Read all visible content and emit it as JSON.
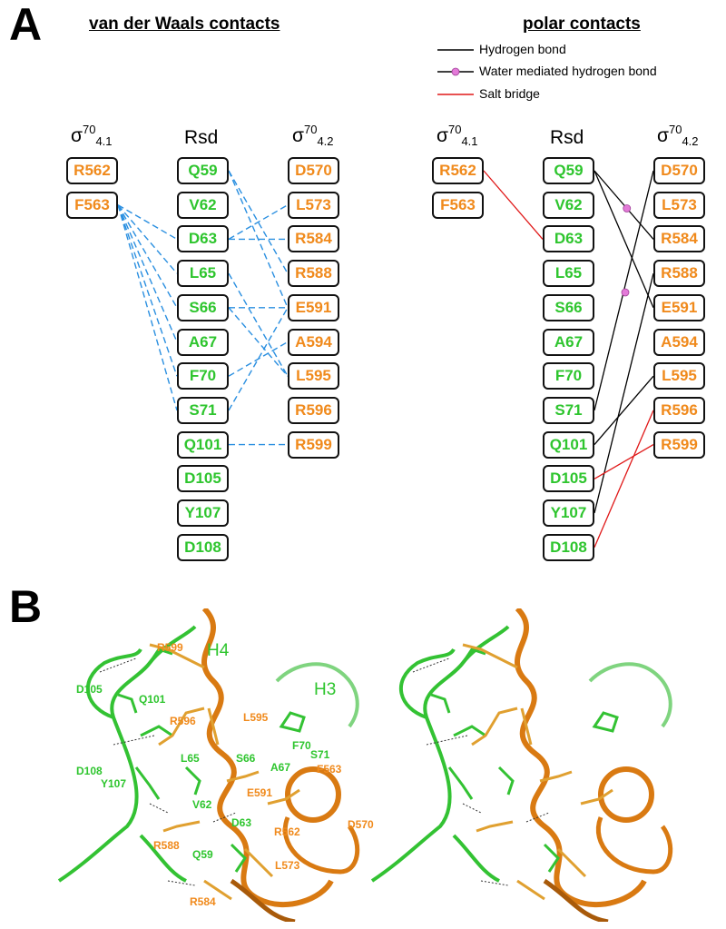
{
  "panel_a": {
    "letter": "A",
    "vdw_title": "van der Waals contacts",
    "polar_title": "polar contacts",
    "legend": {
      "hbond": "Hydrogen bond",
      "water": "Water mediated hydrogen bond",
      "salt": "Salt bridge"
    },
    "columns": {
      "sigma": "σ",
      "sup": "70",
      "sub41": "4.1",
      "sub42": "4.2",
      "rsd": "Rsd"
    },
    "sigma41_residues": [
      "R562",
      "F563"
    ],
    "rsd_residues": [
      "Q59",
      "V62",
      "D63",
      "L65",
      "S66",
      "A67",
      "F70",
      "S71",
      "Q101",
      "D105",
      "Y107",
      "D108"
    ],
    "sigma42_residues": [
      "D570",
      "L573",
      "R584",
      "R588",
      "E591",
      "A594",
      "L595",
      "R596",
      "R599"
    ],
    "vdw_contacts": [
      [
        "F563",
        "D63"
      ],
      [
        "F563",
        "L65"
      ],
      [
        "F563",
        "S66"
      ],
      [
        "F563",
        "A67"
      ],
      [
        "F563",
        "F70"
      ],
      [
        "F563",
        "S71"
      ],
      [
        "Q59",
        "R588"
      ],
      [
        "Q59",
        "E591"
      ],
      [
        "D63",
        "L573"
      ],
      [
        "D63",
        "R584"
      ],
      [
        "L65",
        "L595"
      ],
      [
        "S66",
        "E591"
      ],
      [
        "S66",
        "L595"
      ],
      [
        "F70",
        "A594"
      ],
      [
        "S71",
        "E591"
      ],
      [
        "Q101",
        "R599"
      ]
    ],
    "hbond_contacts": [
      [
        "Q59",
        "E591"
      ],
      [
        "Q101",
        "L595"
      ],
      [
        "S71",
        "D570"
      ],
      [
        "Y107",
        "R588"
      ]
    ],
    "water_contacts": [
      [
        "Q59",
        "R584"
      ]
    ],
    "salt_contacts": [
      [
        "R562",
        "D63"
      ],
      [
        "D105",
        "R599"
      ],
      [
        "D108",
        "R596"
      ]
    ]
  },
  "panel_b": {
    "letter": "B",
    "left_labels": [
      "R599",
      "H4",
      "D105",
      "Q101",
      "H3",
      "R596",
      "L595",
      "F70",
      "L65",
      "S66",
      "A67",
      "S71",
      "D108",
      "Y107",
      "F563",
      "E591",
      "V62",
      "D63",
      "D570",
      "R562",
      "R588",
      "Q59",
      "L573",
      "R584"
    ]
  },
  "colors": {
    "green": "#2ec52e",
    "orange": "#f08a1c",
    "vdw_line": "#2a8fe0",
    "hbond_line": "#000000",
    "salt_line": "#e01818",
    "water_dot": "#e37ad8",
    "helix_green": "#33c233",
    "helix_orange": "#d97a12"
  }
}
